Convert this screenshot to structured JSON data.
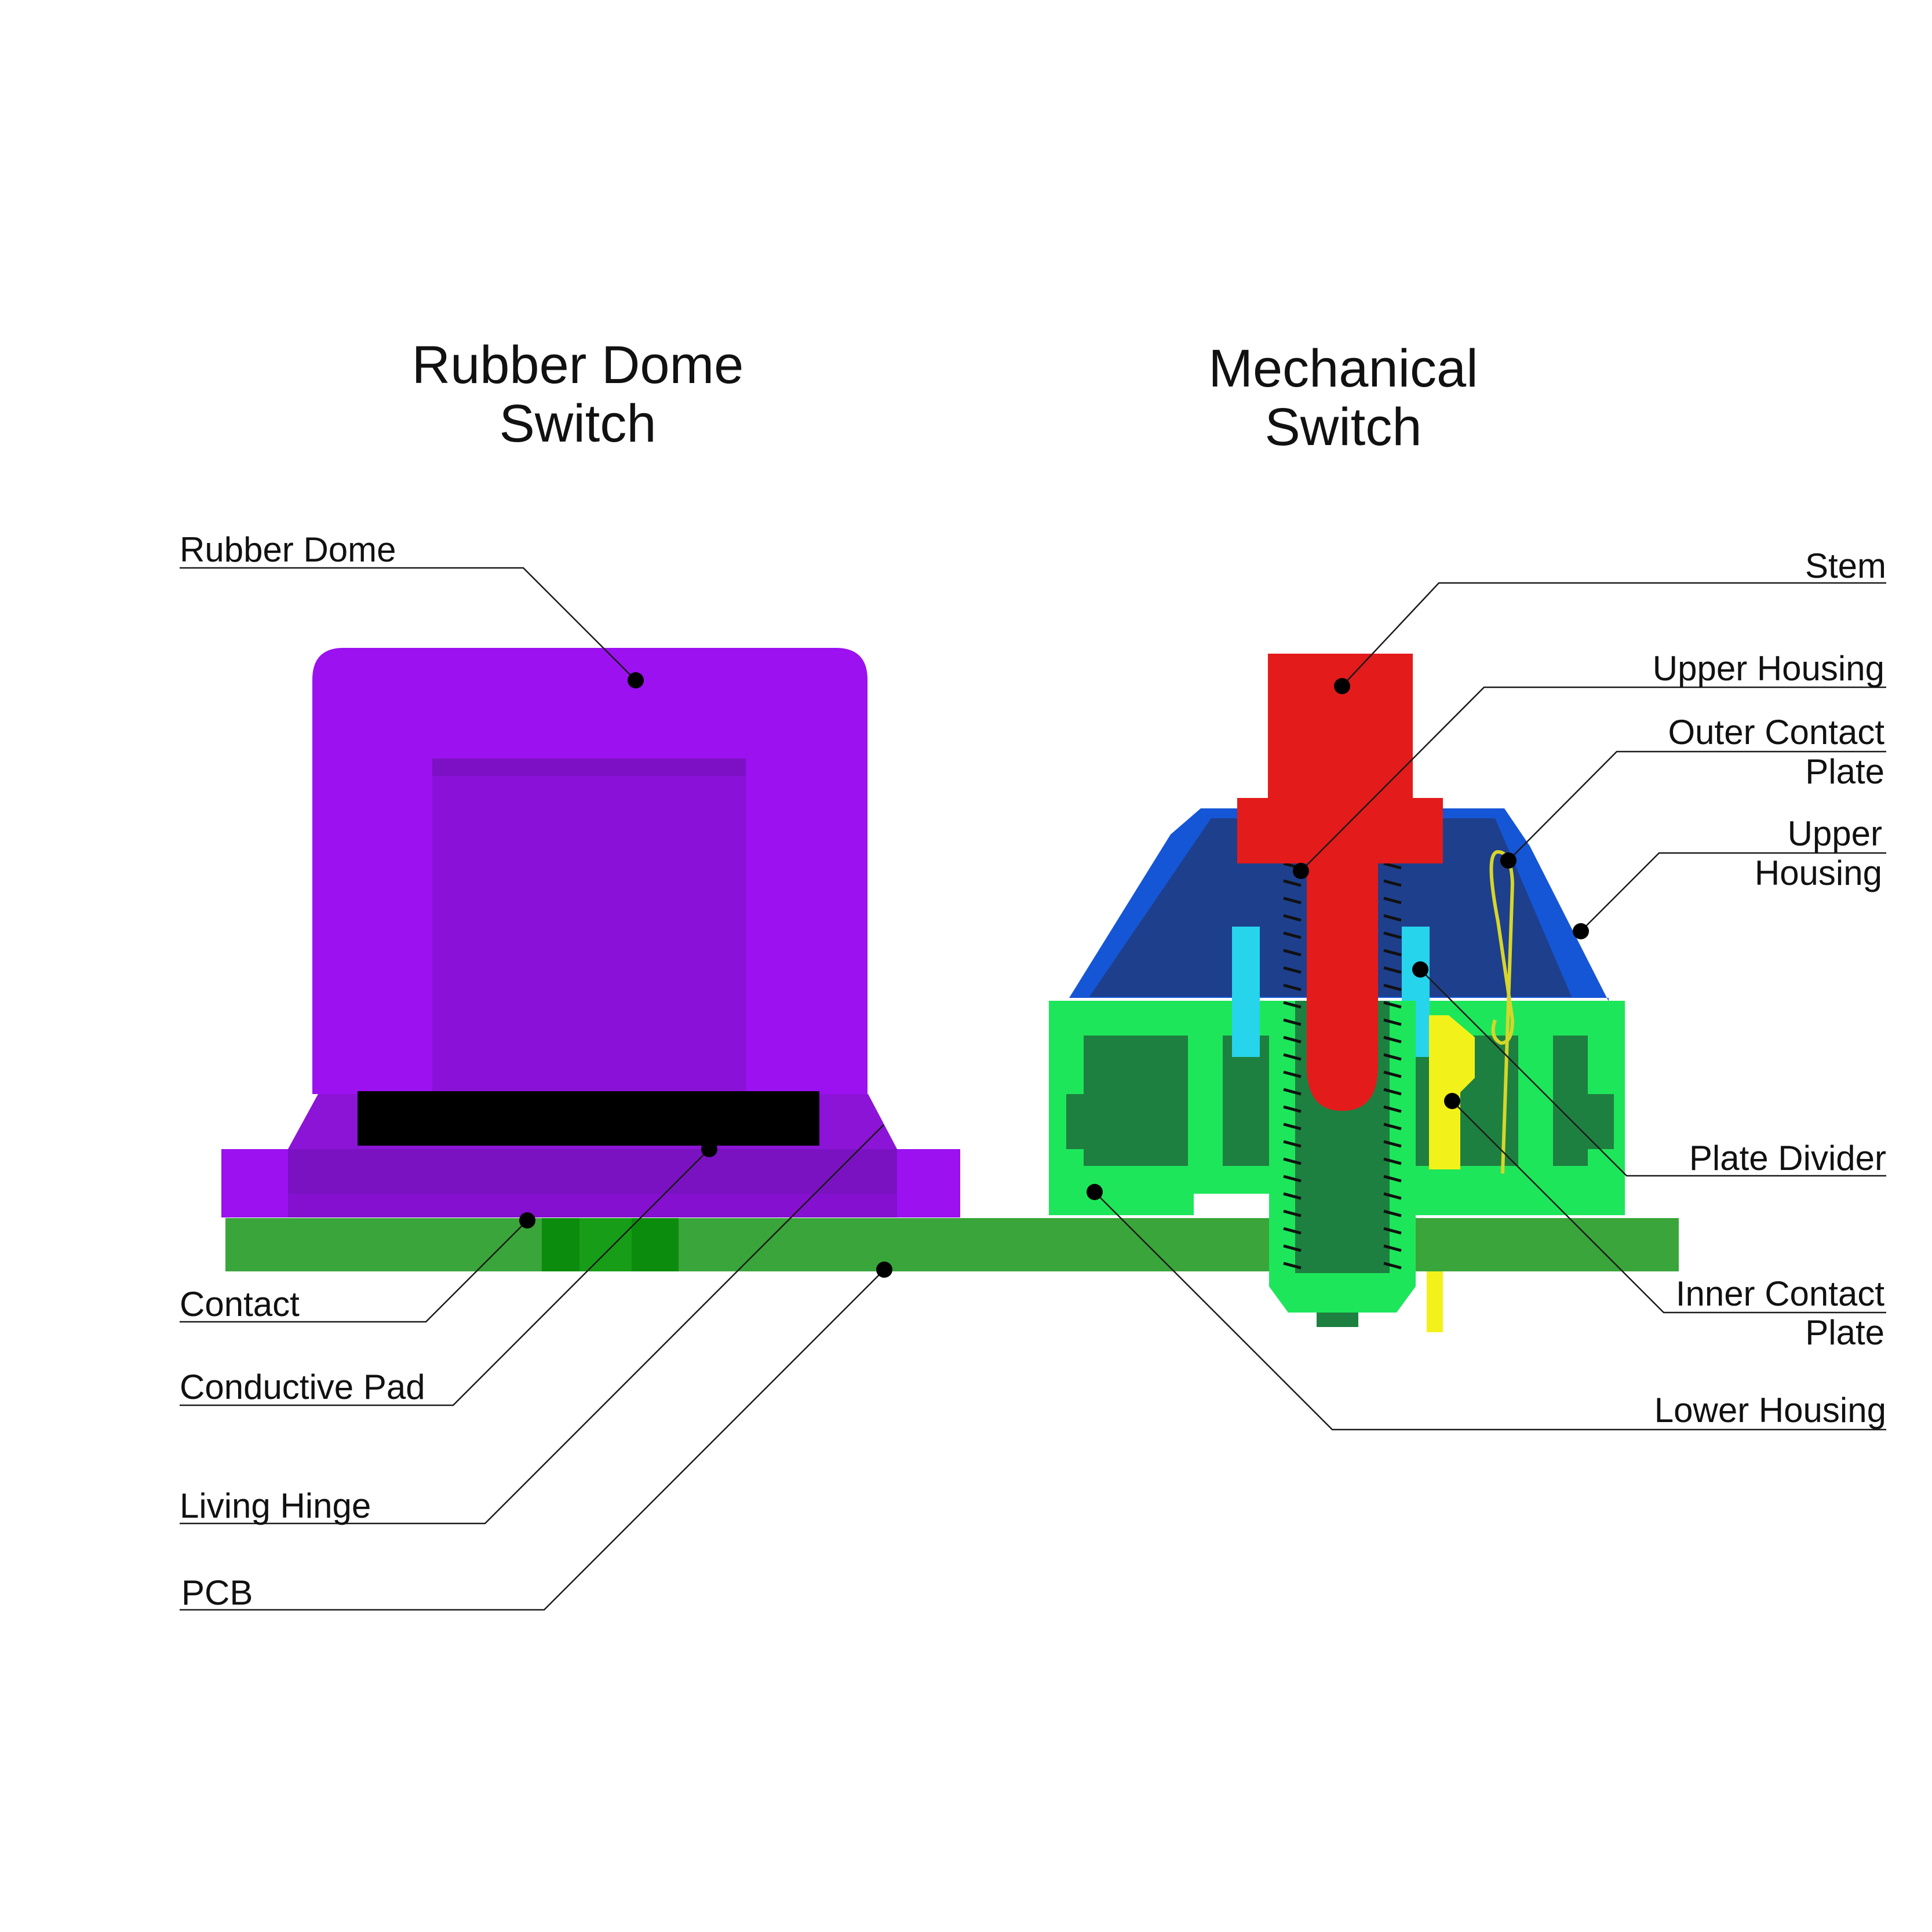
{
  "titles": {
    "rubber_dome_line1": "Rubber Dome",
    "rubber_dome_line2": "Switch",
    "mechanical_line1": "Mechanical",
    "mechanical_line2": "Switch"
  },
  "labels": {
    "rubber_dome": "Rubber Dome",
    "contact": "Contact",
    "conductive_pad": "Conductive Pad",
    "living_hinge": "Living Hinge",
    "pcb": "PCB",
    "stem": "Stem",
    "upper_housing_1": "Upper Housing",
    "outer_contact_plate_line1": "Outer Contact",
    "outer_contact_plate_line2": "Plate",
    "upper_housing_2_line1": "Upper",
    "upper_housing_2_line2": "Housing",
    "plate_divider": "Plate Divider",
    "inner_contact_plate_line1": "Inner Contact",
    "inner_contact_plate_line2": "Plate",
    "lower_housing": "Lower Housing"
  },
  "colors": {
    "rubber_dome": "#9b11f0",
    "rubber_dome_inner": "#8a12d8",
    "conductive_pad": "#000000",
    "pcb": "#3aa53a",
    "pcb_dark": "#0c8c0c",
    "stem": "#e31b1b",
    "upper_housing": "#1556d6",
    "upper_housing_dark": "#1e3f8c",
    "lower_housing": "#1ee65a",
    "lower_housing_dark": "#1d8040",
    "plate_divider": "#26d4ec",
    "inner_contact_plate": "#f2f21a",
    "outer_contact_plate": "#d6d62a",
    "spring": "#111111"
  }
}
